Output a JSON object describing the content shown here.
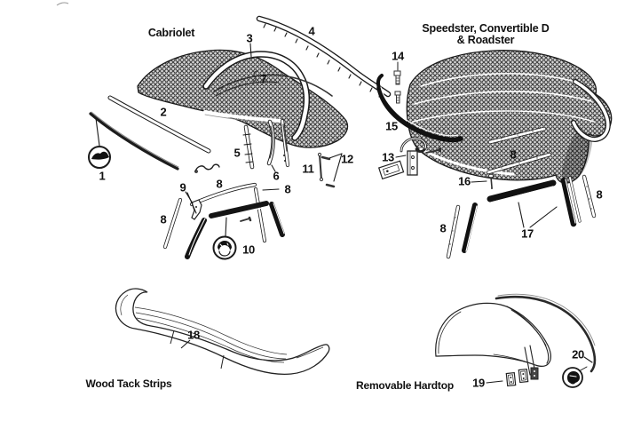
{
  "figure_type": "exploded-parts-diagram",
  "sections": {
    "cabriolet": {
      "title": "Cabriolet"
    },
    "speedster": {
      "title_line1": "Speedster, Convertible D",
      "title_line2": "& Roadster"
    },
    "wood_tack_strips": {
      "title": "Wood Tack Strips"
    },
    "removable_hardtop": {
      "title": "Removable Hardtop"
    }
  },
  "part_numbers": {
    "1": "1",
    "2": "2",
    "3": "3",
    "4": "4",
    "5": "5",
    "6": "6",
    "7": "7",
    "8": "8",
    "9": "9",
    "10": "10",
    "11": "11",
    "12": "12",
    "13": "13",
    "14": "14",
    "15": "15",
    "16": "16",
    "17": "17",
    "18": "18",
    "19": "19",
    "20": "20"
  },
  "icons": {
    "part1_detail": "weatherstrip-cross-section-icon",
    "part10_detail": "channel-cross-section-icon",
    "part20_detail": "weatherstrip-cross-section-icon"
  },
  "colors": {
    "line": "#1a1a1a",
    "background": "#ffffff",
    "fabric_texture": "#3f3f3f",
    "fabric_base": "#d9d9d9"
  }
}
